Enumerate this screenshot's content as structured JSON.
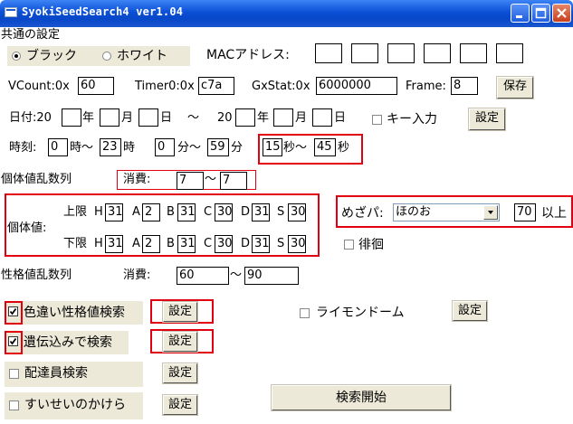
{
  "window": {
    "title": "SyokiSeedSearch4 ver1.04"
  },
  "common": {
    "section_label": "共通の設定",
    "radio_black": "ブラック",
    "radio_white": "ホワイト",
    "selected_version": "black",
    "mac_label": "MACアドレス:",
    "mac_values": [
      "",
      "",
      "",
      "",
      "",
      ""
    ]
  },
  "params": {
    "vcount_label": "VCount:0x",
    "vcount_value": "60",
    "timer0_label": "Timer0:0x",
    "timer0_value": "c7a",
    "gxstat_label": "GxStat:0x",
    "gxstat_value": "6000000",
    "frame_label": "Frame:",
    "frame_value": "8",
    "save_label": "保存"
  },
  "date": {
    "label": "日付:20",
    "year_label": "年",
    "month_label": "月",
    "day_label": "日",
    "tilde": "～",
    "to_prefix": "20",
    "from_year": "",
    "from_month": "",
    "from_day": "",
    "to_year": "",
    "to_month": "",
    "to_day": "",
    "key_input_label": "キー入力",
    "key_input_checked": false,
    "settings_label": "設定"
  },
  "time": {
    "label": "時刻:",
    "hour_from": "0",
    "hour_unit": "時～",
    "hour_to": "23",
    "hour_end": "時",
    "min_from": "0",
    "min_unit": "分～",
    "min_to": "59",
    "min_end": "分",
    "sec_from": "15",
    "sec_unit": "秒～",
    "sec_to": "45",
    "sec_end": "秒"
  },
  "iv_seq": {
    "label": "個体値乱数列",
    "consume_label": "消費:",
    "consume_from": "7",
    "tilde": "～",
    "consume_to": "7"
  },
  "iv": {
    "label": "個体値:",
    "upper_label": "上限",
    "lower_label": "下限",
    "stats": [
      "H",
      "A",
      "B",
      "C",
      "D",
      "S"
    ],
    "upper_values": [
      "31",
      "2",
      "31",
      "30",
      "31",
      "30"
    ],
    "lower_values": [
      "31",
      "2",
      "31",
      "30",
      "31",
      "30"
    ]
  },
  "hidden_power": {
    "label": "めざパ:",
    "type_value": "ほのお",
    "power_value": "70",
    "power_suffix": "以上"
  },
  "roaming": {
    "label": "徘徊",
    "checked": false
  },
  "nature_seq": {
    "label": "性格値乱数列",
    "consume_label": "消費:",
    "consume_from": "60",
    "tilde": "～",
    "consume_to": "90"
  },
  "options": {
    "shiny_label": "色違い性格値検索",
    "shiny_checked": true,
    "shiny_settings": "設定",
    "inherit_label": "遺伝込みで検索",
    "inherit_checked": true,
    "inherit_settings": "設定",
    "delivery_label": "配達員検索",
    "delivery_checked": false,
    "delivery_settings": "設定",
    "suisei_label": "すいせいのかけら",
    "suisei_checked": false,
    "suisei_settings": "設定",
    "lymon_label": "ライモンドーム",
    "lymon_checked": false,
    "lymon_settings": "設定"
  },
  "search_button_label": "検索開始",
  "colors": {
    "titlebar": "#0a4fd6",
    "highlight_red": "#e00010",
    "panel_gray": "#ece9d8"
  }
}
